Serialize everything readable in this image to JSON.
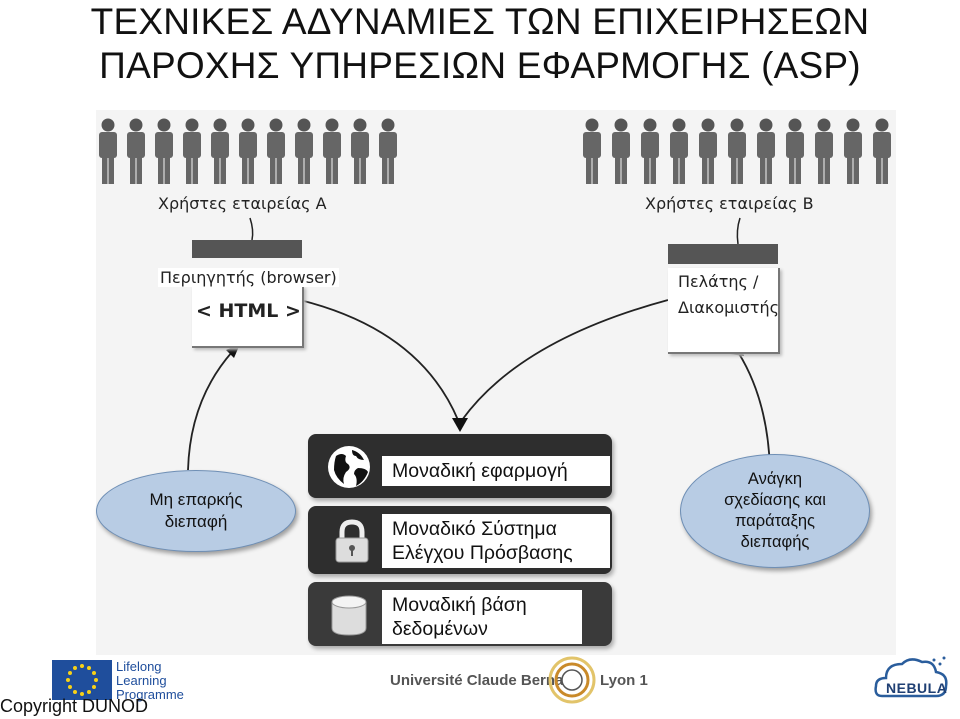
{
  "title": {
    "line1": "ΤΕΧΝΙΚΕΣ ΑΔΥΝΑΜΙΕΣ ΤΩΝ ΕΠΙΧΕΙΡΗΣΕΩΝ",
    "line2": "ΠΑΡΟΧΗΣ ΥΠΗΡΕΣΙΩΝ ΕΦΑΡΜΟΓΗΣ (ASP)"
  },
  "users_a_label": "Χρήστες εταιρείας Α",
  "users_b_label": "Χρήστες εταιρείας Β",
  "browser_label": "Περιηγητής (browser)",
  "browser_html": "< HTML >",
  "client_server_line1": "Πελάτης /",
  "client_server_line2": "Διακομιστής",
  "left_oval": {
    "line1": "Μη επαρκής",
    "line2": "διεπαφή"
  },
  "right_oval": {
    "line1": "Ανάγκη",
    "line2": "σχεδίασης και",
    "line3": "παράταξης",
    "line4": "διεπαφής"
  },
  "stack": {
    "app": "Μοναδική εφαρμογή",
    "access_line1": "Μοναδικό Σύστημα",
    "access_line2": "Ελέγχου Πρόσβασης",
    "db_line1": "Μοναδική βάση",
    "db_line2": "δεδομένων"
  },
  "footer": {
    "copyright": "Copyright DUNOD",
    "lifelong": [
      "Lifelong",
      "Learning",
      "Programme"
    ],
    "university": "Université Claude Bernard",
    "lyon": "Lyon 1",
    "nebula": "NEBULA"
  },
  "colors": {
    "oval_fill": "#b8cce4",
    "stack_dark": "#2e2e2e",
    "eu_blue": "#1f4e9c",
    "eu_star": "#f7d117"
  }
}
